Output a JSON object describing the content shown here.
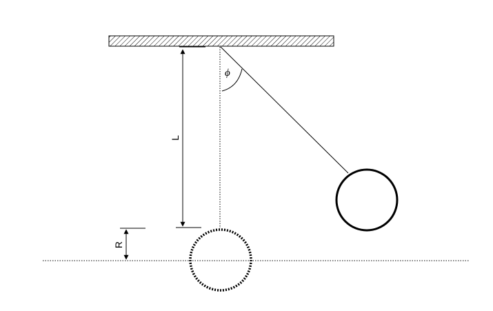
{
  "diagram": {
    "labels": {
      "length": "L",
      "radius": "R",
      "angle": "ϕ"
    },
    "colors": {
      "stroke": "#000000",
      "background": "#ffffff"
    }
  }
}
